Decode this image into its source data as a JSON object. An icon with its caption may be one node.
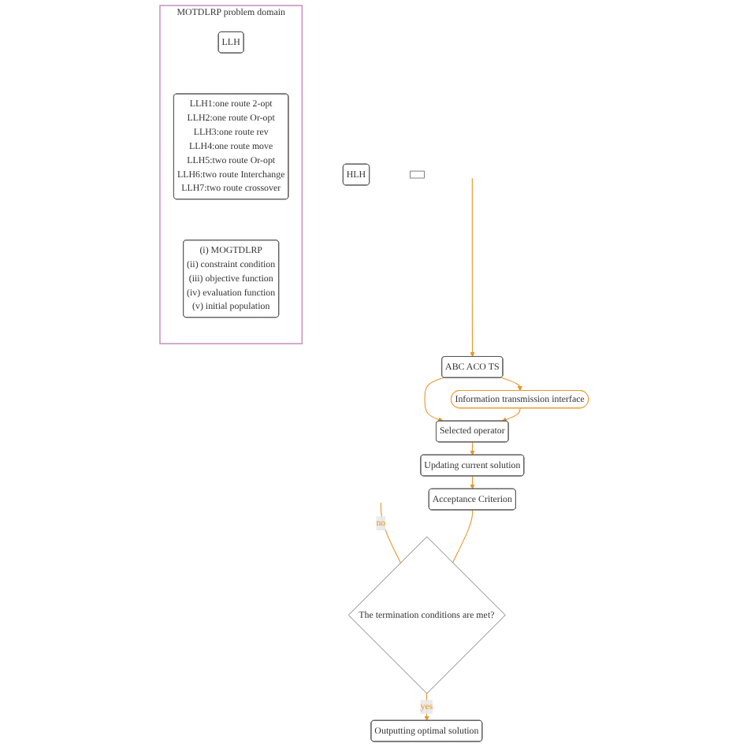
{
  "diagram": {
    "nodes": [
      {
        "text": [
          "HLH"
        ]
      },
      {
        "text": [],
        "shape": "box"
      },
      {
        "text": [
          "Acceptance Criterion"
        ]
      },
      {
        "text": [
          "The termination conditions are met?"
        ]
      },
      {
        "text": [
          "Updating current solution"
        ]
      },
      {
        "text": [
          "Outputting optimal solution"
        ]
      },
      {
        "text": [
          "ABC ACO TS"
        ]
      },
      {
        "text": [
          "Selected operator"
        ]
      },
      {
        "text": [
          "Information transmission interface"
        ]
      },
      {
        "text": [
          "MOTDLRP problem domain"
        ]
      },
      {
        "text": [
          "LLH"
        ],
        "in": 9
      },
      {
        "text": [
          "LLH1:one route 2-opt",
          "LLH2:one route Or-opt",
          "LLH3:one route rev",
          "LLH4:one route move",
          "LLH5:two route Or-opt",
          "LLH6:two route Interchange",
          "LLH7:two route crossover"
        ],
        "in": 9
      },
      {
        "text": [
          "(i) MOGTDLRP",
          "(ii) constraint condition",
          "(iii) objective function",
          "(iv) evaluation function",
          "(v) initial population"
        ],
        "in": 9
      }
    ],
    "edges": [
      {
        "from": null,
        "to": 6,
        "arrow": "to"
      },
      {
        "from": 3,
        "to": null,
        "arrow": "none",
        "label": "no"
      },
      {
        "from": 2,
        "to": 3,
        "arrow": "none"
      },
      {
        "from": 4,
        "to": 2,
        "arrow": "to"
      },
      {
        "from": 3,
        "to": 5,
        "arrow": "to",
        "label": "yes"
      },
      {
        "from": 6,
        "to": 7,
        "arrow": "to"
      },
      {
        "from": 7,
        "to": 4,
        "arrow": "to"
      },
      {
        "from": 6,
        "to": 8,
        "arrow": "to"
      },
      {
        "from": 8,
        "to": 7,
        "arrow": "to"
      }
    ]
  }
}
